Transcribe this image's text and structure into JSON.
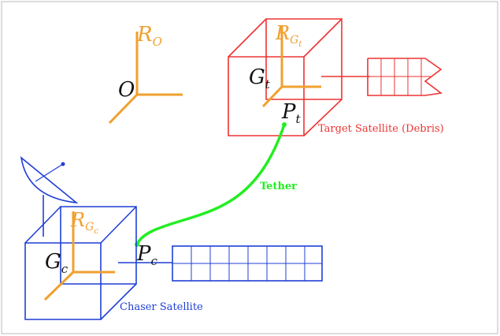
{
  "colors": {
    "frame": "#f0a030",
    "target": "#ee3333",
    "chaser": "#1f3fd6",
    "tether": "#22ee22",
    "text": "#111111"
  },
  "labels": {
    "frame_o": "R",
    "frame_o_sub": "O",
    "origin": "O",
    "frame_gt": "R",
    "frame_gt_sub": "G",
    "frame_gt_subsub": "t",
    "gt_main": "G",
    "gt_sub": "t",
    "pt_main": "P",
    "pt_sub": "t",
    "frame_gc": "R",
    "frame_gc_sub": "G",
    "frame_gc_subsub": "c",
    "gc_main": "G",
    "gc_sub": "c",
    "pc_main": "P",
    "pc_sub": "c",
    "target_satellite": "Target Satellite (Debris)",
    "tether": "Tether",
    "chaser_satellite": "Chaser Satellite"
  }
}
